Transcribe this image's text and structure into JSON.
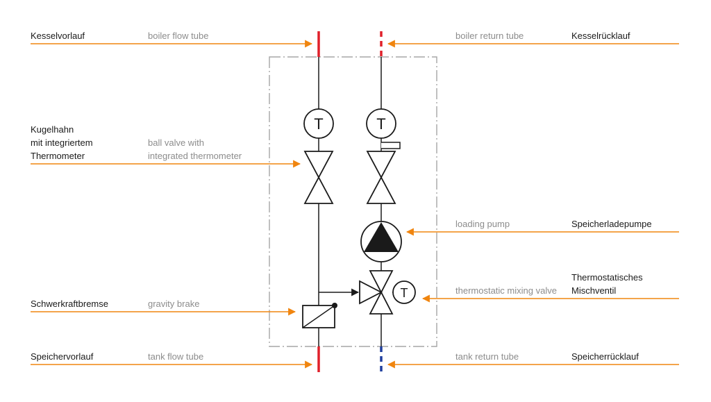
{
  "colors": {
    "arrow": "#f0850f",
    "flow_pipe": "#e0202a",
    "return_pipe_top": "#e0202a",
    "return_pipe_bottom": "#1f3f9e",
    "line": "#1a1a1a",
    "frame": "#a6a6a6",
    "german_text": "#1a1a1a",
    "english_text": "#8c8c8c"
  },
  "labels": {
    "boiler_flow": {
      "de": "Kesselvorlauf",
      "en": "boiler flow tube"
    },
    "boiler_return": {
      "de": "Kesselrücklauf",
      "en": "boiler return tube"
    },
    "ball_valve": {
      "de_lines": [
        "Kugelhahn",
        "mit integriertem",
        "Thermometer"
      ],
      "en_lines": [
        "ball valve with",
        "integrated thermometer"
      ]
    },
    "loading_pump": {
      "de": "Speicherladepumpe",
      "en": "loading pump"
    },
    "mixing_valve": {
      "de_lines": [
        "Thermostatisches",
        "Mischventil"
      ],
      "en": "thermostatic mixing valve"
    },
    "gravity_brake": {
      "de": "Schwerkraftbremse",
      "en": "gravity brake"
    },
    "tank_flow": {
      "de": "Speichervorlauf",
      "en": "tank flow tube"
    },
    "tank_return": {
      "de": "Speicherrücklauf",
      "en": "tank return tube"
    }
  },
  "symbols": {
    "thermometer_glyph": "T",
    "icons": [
      "thermometer-icon",
      "ball-valve-icon",
      "pump-icon",
      "mixing-valve-icon",
      "gravity-brake-icon"
    ]
  }
}
